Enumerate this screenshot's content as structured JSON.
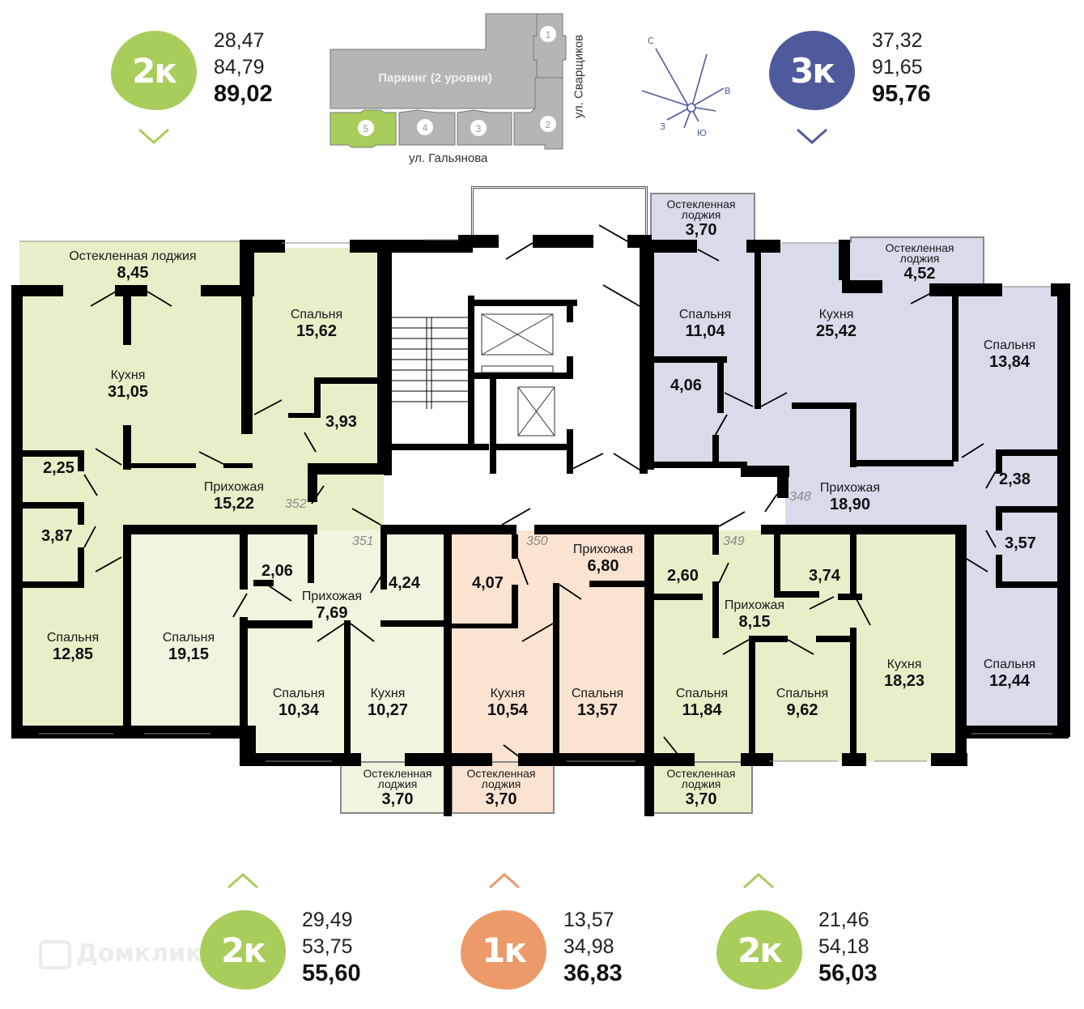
{
  "colors": {
    "green_badge": "#a9cd5a",
    "orange_badge": "#ec9a6a",
    "blue_badge": "#4f5a9c",
    "green_room": "#e8efc8",
    "green_room_light": "#f1f4de",
    "orange_room": "#fbe3d1",
    "blue_room": "#d8dbea",
    "wall": "#000000",
    "site_gray": "#b5b5b5",
    "site_selected": "#a9cd5a"
  },
  "apartments": [
    {
      "id": "apt-352",
      "type_label": "2к",
      "living": "28,47",
      "total": "84,79",
      "full": "89,02",
      "color": "green",
      "arrow": "down"
    },
    {
      "id": "apt-348",
      "type_label": "3к",
      "living": "37,32",
      "total": "91,65",
      "full": "95,76",
      "color": "blue",
      "arrow": "down"
    },
    {
      "id": "apt-351",
      "type_label": "2к",
      "living": "29,49",
      "total": "53,75",
      "full": "55,60",
      "color": "green",
      "arrow": "up"
    },
    {
      "id": "apt-350",
      "type_label": "1к",
      "living": "13,57",
      "total": "34,98",
      "full": "36,83",
      "color": "orange",
      "arrow": "up"
    },
    {
      "id": "apt-349",
      "type_label": "2к",
      "living": "21,46",
      "total": "54,18",
      "full": "56,03",
      "color": "green",
      "arrow": "up"
    }
  ],
  "site_plan": {
    "parking_label": "Паркинг (2 уровня)",
    "street_bottom": "ул. Гальянова",
    "street_right": "ул. Сварщиков",
    "sections": [
      "1",
      "2",
      "3",
      "4",
      "5"
    ],
    "selected_section": "5"
  },
  "compass": {
    "n": "С",
    "e": "В",
    "s": "Ю",
    "w": "З"
  },
  "apt_numbers": {
    "a352": "352",
    "a351": "351",
    "a350": "350",
    "a349": "349",
    "a348": "348"
  },
  "rooms": {
    "loggia_352": {
      "name": "Остекленная лоджия",
      "area": "8,45"
    },
    "kitchen_352": {
      "name": "Кухня",
      "area": "31,05"
    },
    "bedroom_352a": {
      "name": "Спальня",
      "area": "15,62"
    },
    "bath_352a": {
      "area": "3,93"
    },
    "bath_352b": {
      "area": "2,25"
    },
    "bath_352c": {
      "area": "3,87"
    },
    "hall_352": {
      "name": "Прихожая",
      "area": "15,22"
    },
    "bedroom_352b": {
      "name": "Спальня",
      "area": "12,85"
    },
    "bedroom_351a": {
      "name": "Спальня",
      "area": "19,15"
    },
    "bath_351a": {
      "area": "2,06"
    },
    "hall_351": {
      "name": "Прихожая",
      "area": "7,69"
    },
    "bath_351b": {
      "area": "4,24"
    },
    "bedroom_351b": {
      "name": "Спальня",
      "area": "10,34"
    },
    "kitchen_351": {
      "name": "Кухня",
      "area": "10,27"
    },
    "loggia_351": {
      "name": "Остекленная",
      "name2": "лоджия",
      "area": "3,70"
    },
    "bath_350": {
      "area": "4,07"
    },
    "hall_350": {
      "name": "Прихожая",
      "area": "6,80"
    },
    "kitchen_350": {
      "name": "Кухня",
      "area": "10,54"
    },
    "bedroom_350": {
      "name": "Спальня",
      "area": "13,57"
    },
    "loggia_350": {
      "name": "Остекленная",
      "name2": "лоджия",
      "area": "3,70"
    },
    "bath_349a": {
      "area": "2,60"
    },
    "hall_349": {
      "name": "Прихожая",
      "area": "8,15"
    },
    "bath_349b": {
      "area": "3,74"
    },
    "bedroom_349a": {
      "name": "Спальня",
      "area": "11,84"
    },
    "bedroom_349b": {
      "name": "Спальня",
      "area": "9,62"
    },
    "kitchen_349": {
      "name": "Кухня",
      "area": "18,23"
    },
    "loggia_349": {
      "name": "Остекленная",
      "name2": "лоджия",
      "area": "3,70"
    },
    "loggia_348a": {
      "name": "Остекленная",
      "name2": "лоджия",
      "area": "3,70"
    },
    "bedroom_348a": {
      "name": "Спальня",
      "area": "11,04"
    },
    "bath_348a": {
      "area": "4,06"
    },
    "kitchen_348": {
      "name": "Кухня",
      "area": "25,42"
    },
    "loggia_348b": {
      "name": "Остекленная",
      "name2": "лоджия",
      "area": "4,52"
    },
    "bedroom_348b": {
      "name": "Спальня",
      "area": "13,84"
    },
    "hall_348": {
      "name": "Прихожая",
      "area": "18,90"
    },
    "bath_348b": {
      "area": "2,38"
    },
    "bath_348c": {
      "area": "3,57"
    },
    "bedroom_348c": {
      "name": "Спальня",
      "area": "12,44"
    }
  },
  "watermark": "Домклик"
}
